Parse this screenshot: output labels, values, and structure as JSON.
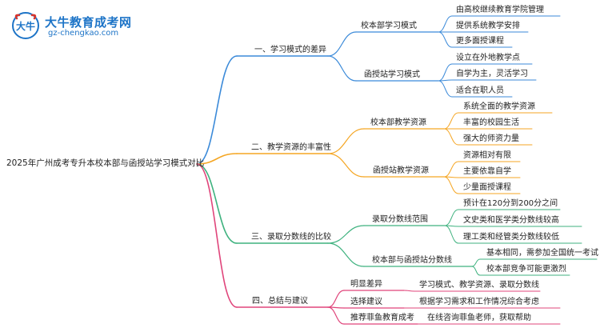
{
  "logo": {
    "mark_text": "大牛",
    "title": "大牛教育成考网",
    "url": "gz-chengkao.com",
    "brand_color": "#1d74c7"
  },
  "root": {
    "label": "2025年广州成考专升本校本部与函授站学习模式对比"
  },
  "branches": [
    {
      "label": "一、学习模式的差异",
      "color": "#3b8ad9",
      "children": [
        {
          "label": "校本部学习模式",
          "children": [
            "由高校继续教育学院管理",
            "提供系统教学安排",
            "更多面授课程"
          ]
        },
        {
          "label": "函授站学习模式",
          "children": [
            "设立在外地教学点",
            "自学为主，灵活学习",
            "适合在职人员"
          ]
        }
      ]
    },
    {
      "label": "二、教学资源的丰富性",
      "color": "#f5a623",
      "children": [
        {
          "label": "校本部教学资源",
          "children": [
            "系统全面的教学资源",
            "丰富的校园生活",
            "强大的师资力量"
          ]
        },
        {
          "label": "函授站教学资源",
          "children": [
            "资源相对有限",
            "主要依靠自学",
            "少量面授课程"
          ]
        }
      ]
    },
    {
      "label": "三、录取分数线的比较",
      "color": "#3fb27f",
      "children": [
        {
          "label": "录取分数线范围",
          "children": [
            "预计在120分到200分之间",
            "文史类和医学类分数线较高",
            "理工类和经管类分数线较低"
          ]
        },
        {
          "label": "校本部与函授站分数线",
          "children": [
            "基本相同，需参加全国统一考试",
            "校本部竞争可能更激烈"
          ]
        }
      ]
    },
    {
      "label": "四、总结与建议",
      "color": "#e0457b",
      "children": [
        {
          "label": "明显差异",
          "children": [
            "学习模式、教学资源、录取分数线"
          ]
        },
        {
          "label": "选择建议",
          "children": [
            "根据学习需求和工作情况综合考虑"
          ]
        },
        {
          "label": "推荐菲鱼教育成考",
          "children": [
            "在线咨询菲鱼老师，获取帮助"
          ]
        }
      ]
    }
  ]
}
